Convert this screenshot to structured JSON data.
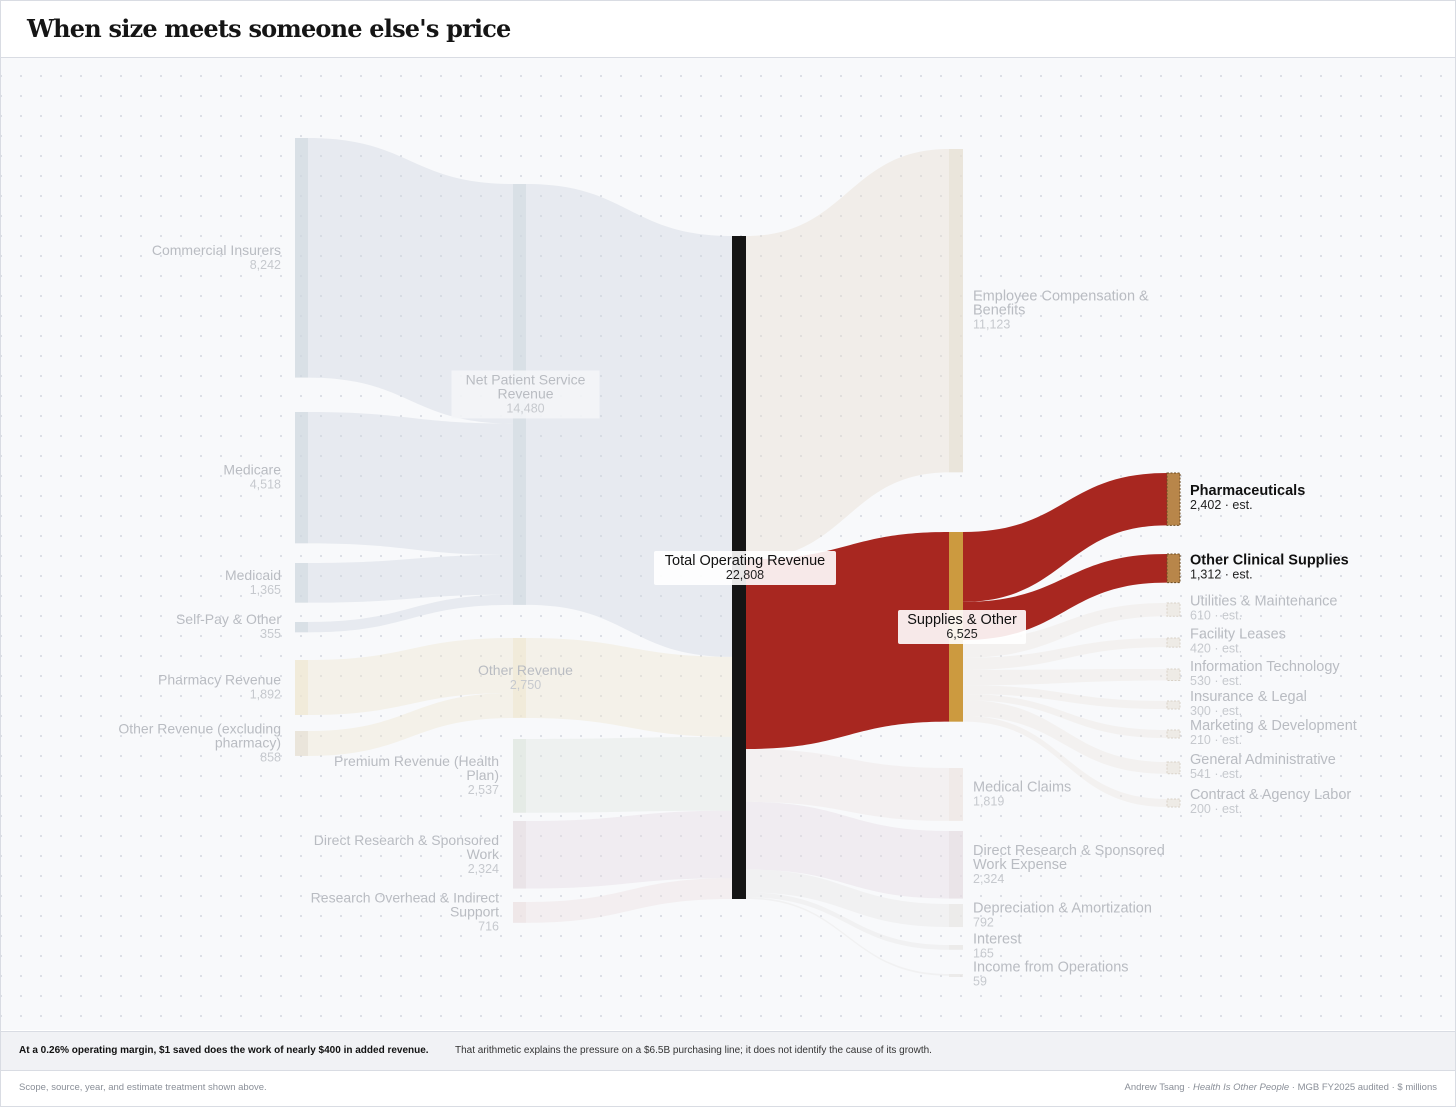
{
  "title": "When size meets someone else's price",
  "chart_data": {
    "type": "sankey",
    "units": "$ millions",
    "nodes": [
      {
        "id": "commercial",
        "label": "Commercial Insurers",
        "value": "8,242",
        "column": 0
      },
      {
        "id": "medicare",
        "label": "Medicare",
        "value": "4,518",
        "column": 0
      },
      {
        "id": "medicaid",
        "label": "Medicaid",
        "value": "1,365",
        "column": 0
      },
      {
        "id": "selfpay",
        "label": "Self-Pay & Other",
        "value": "355",
        "column": 0
      },
      {
        "id": "pharmrev",
        "label": "Pharmacy Revenue",
        "value": "1,892",
        "column": 0
      },
      {
        "id": "otherrevx",
        "label": "Other Revenue (excluding pharmacy)",
        "value": "858",
        "column": 0
      },
      {
        "id": "npsr",
        "label": "Net Patient Service Revenue",
        "value": "14,480",
        "column": 1
      },
      {
        "id": "otherrev",
        "label": "Other Revenue",
        "value": "2,750",
        "column": 1
      },
      {
        "id": "premium",
        "label": "Premium Revenue (Health Plan)",
        "value": "2,537",
        "column": 1
      },
      {
        "id": "research",
        "label": "Direct Research & Sponsored Work",
        "value": "2,324",
        "column": 1
      },
      {
        "id": "overhead",
        "label": "Research Overhead & Indirect Support",
        "value": "716",
        "column": 1
      },
      {
        "id": "total",
        "label": "Total Operating Revenue",
        "value": "22,808",
        "column": 2
      },
      {
        "id": "empcomp",
        "label": "Employee Compensation & Benefits",
        "value": "11,123",
        "column": 3
      },
      {
        "id": "supplies",
        "label": "Supplies & Other",
        "value": "6,525",
        "column": 3
      },
      {
        "id": "medclaims",
        "label": "Medical Claims",
        "value": "1,819",
        "column": 3
      },
      {
        "id": "researchexp",
        "label": "Direct Research & Sponsored Work Expense",
        "value": "2,324",
        "column": 3
      },
      {
        "id": "depr",
        "label": "Depreciation & Amortization",
        "value": "792",
        "column": 3
      },
      {
        "id": "interest",
        "label": "Interest",
        "value": "165",
        "column": 3
      },
      {
        "id": "income",
        "label": "Income from Operations",
        "value": "59",
        "column": 3
      },
      {
        "id": "pharma",
        "label": "Pharmaceuticals",
        "value": "2,402",
        "note": "est.",
        "column": 4
      },
      {
        "id": "clinical",
        "label": "Other Clinical Supplies",
        "value": "1,312",
        "note": "est.",
        "column": 4
      },
      {
        "id": "utilities",
        "label": "Utilities & Maintenance",
        "value": "610",
        "note": "est.",
        "column": 4
      },
      {
        "id": "leases",
        "label": "Facility Leases",
        "value": "420",
        "note": "est.",
        "column": 4
      },
      {
        "id": "it",
        "label": "Information Technology",
        "value": "530",
        "note": "est.",
        "column": 4
      },
      {
        "id": "insurance",
        "label": "Insurance & Legal",
        "value": "300",
        "note": "est.",
        "column": 4
      },
      {
        "id": "marketing",
        "label": "Marketing & Development",
        "value": "210",
        "note": "est.",
        "column": 4
      },
      {
        "id": "genadmin",
        "label": "General Administrative",
        "value": "541",
        "note": "est.",
        "column": 4
      },
      {
        "id": "contract",
        "label": "Contract & Agency Labor",
        "value": "200",
        "note": "est.",
        "column": 4
      }
    ],
    "links": [
      {
        "source": "commercial",
        "target": "npsr",
        "value": 8242
      },
      {
        "source": "medicare",
        "target": "npsr",
        "value": 4518
      },
      {
        "source": "medicaid",
        "target": "npsr",
        "value": 1365
      },
      {
        "source": "selfpay",
        "target": "npsr",
        "value": 355
      },
      {
        "source": "pharmrev",
        "target": "otherrev",
        "value": 1892
      },
      {
        "source": "otherrevx",
        "target": "otherrev",
        "value": 858
      },
      {
        "source": "npsr",
        "target": "total",
        "value": 14480
      },
      {
        "source": "otherrev",
        "target": "total",
        "value": 2750
      },
      {
        "source": "premium",
        "target": "total",
        "value": 2537
      },
      {
        "source": "research",
        "target": "total",
        "value": 2324
      },
      {
        "source": "overhead",
        "target": "total",
        "value": 716
      },
      {
        "source": "total",
        "target": "empcomp",
        "value": 11123
      },
      {
        "source": "total",
        "target": "supplies",
        "value": 6525
      },
      {
        "source": "total",
        "target": "medclaims",
        "value": 1819
      },
      {
        "source": "total",
        "target": "researchexp",
        "value": 2324
      },
      {
        "source": "total",
        "target": "depr",
        "value": 792
      },
      {
        "source": "total",
        "target": "interest",
        "value": 165
      },
      {
        "source": "total",
        "target": "income",
        "value": 59
      },
      {
        "source": "supplies",
        "target": "pharma",
        "value": 2402
      },
      {
        "source": "supplies",
        "target": "clinical",
        "value": 1312
      },
      {
        "source": "supplies",
        "target": "utilities",
        "value": 610
      },
      {
        "source": "supplies",
        "target": "leases",
        "value": 420
      },
      {
        "source": "supplies",
        "target": "it",
        "value": 530
      },
      {
        "source": "supplies",
        "target": "insurance",
        "value": 300
      },
      {
        "source": "supplies",
        "target": "marketing",
        "value": 210
      },
      {
        "source": "supplies",
        "target": "genadmin",
        "value": 541
      },
      {
        "source": "supplies",
        "target": "contract",
        "value": 200
      }
    ],
    "highlighted": [
      "total",
      "supplies",
      "pharma",
      "clinical"
    ],
    "colors": {
      "highlight_flow": "#a82720",
      "supplies_bar": "#cc9a3f",
      "estimate_bar": "#b8864a",
      "total_bar": "#151515",
      "payer_blue": "#cfd7df",
      "other_cream": "#efe6cf",
      "employee_beige": "#e6ddd0",
      "premium_green": "#dfe6df",
      "research_mauve": "#e5dce2",
      "overhead_pink": "#ece0e1",
      "claims_rose": "#ede4e2",
      "cost_grey": "#e8e6e4",
      "supplies_grey": "#ebe6df"
    }
  },
  "caption": {
    "lead": "At a 0.26% operating margin, $1 saved does the work of nearly $400 in added revenue.",
    "rest": "That arithmetic explains the pressure on a $6.5B purchasing line; it does not identify the cause of its growth."
  },
  "footer": {
    "left": "Scope, source, year, and estimate treatment shown above.",
    "author": "Andrew Tsang",
    "publication": "Health Is Other People",
    "source": "MGB FY2025 audited",
    "units": "$ millions",
    "separator": " · "
  }
}
